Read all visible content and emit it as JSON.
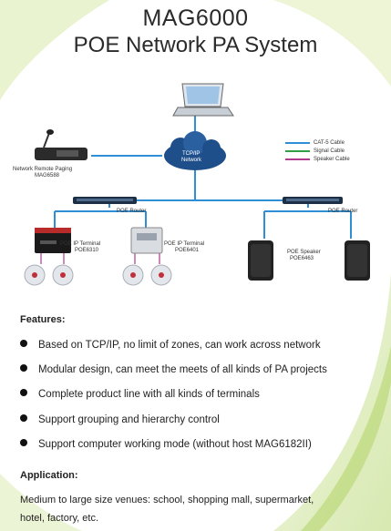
{
  "header": {
    "line1": "MAG6000",
    "line2": "POE Network PA System"
  },
  "diagram": {
    "cloud_label1": "TCP/IP",
    "cloud_label2": "Network",
    "paging_label1": "Network Remote Paging",
    "paging_label2": "MAG6588",
    "router_left": "POE Router",
    "router_right": "POE Router",
    "term1_label1": "POE IP Terminal",
    "term1_label2": "POE6310",
    "term2_label1": "POE IP Terminal",
    "term2_label2": "POE6401",
    "speaker_label1": "POE Speaker",
    "speaker_label2": "POE6463",
    "legend": [
      {
        "label": "CAT-5 Cable",
        "color": "#2e8fd6"
      },
      {
        "label": "Signal Cable",
        "color": "#2f9e44"
      },
      {
        "label": "Speaker Cable",
        "color": "#b03a8e"
      }
    ]
  },
  "features": {
    "heading": "Features:",
    "items": [
      "Based on TCP/IP, no limit of zones, can work across network",
      "Modular design, can meet the meets of all kinds of PA projects",
      "Complete product line with all kinds of terminals",
      "Support grouping and hierarchy control",
      "Support computer working mode (without host MAG6182II)"
    ]
  },
  "application": {
    "heading": "Application:",
    "line1": "Medium to large size venues: school, shopping mall, supermarket,",
    "line2": "hotel, factory, etc."
  },
  "colors": {
    "cable": "#2e8fd6",
    "swoosh": "#cfe3a0",
    "cloud": "#1f4f8a"
  }
}
